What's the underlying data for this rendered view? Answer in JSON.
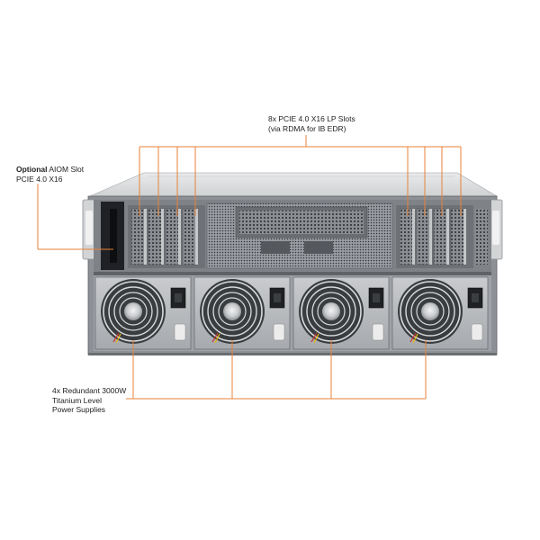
{
  "callouts": {
    "pcie_slots": {
      "line1": "8x PCIE 4.0 X16 LP Slots",
      "line2": "(via RDMA for IB EDR)"
    },
    "aiom_slot": {
      "bold": "Optional",
      "line1_rest": " AIOM  Slot",
      "line2": "PCIE 4.0 X16"
    },
    "power_supplies": {
      "line1": "4x Redundant 3000W",
      "line2": "Titanium Level",
      "line3": "Power Supplies"
    }
  },
  "colors": {
    "callout_line": "#e8823a",
    "chassis_body": "#8d9196",
    "chassis_top": "#dcdedf",
    "psu_face": "#b9bcbf",
    "fan_guard": "#2a2c2f"
  },
  "counts": {
    "pcie_slots": 8,
    "power_supplies": 4
  }
}
